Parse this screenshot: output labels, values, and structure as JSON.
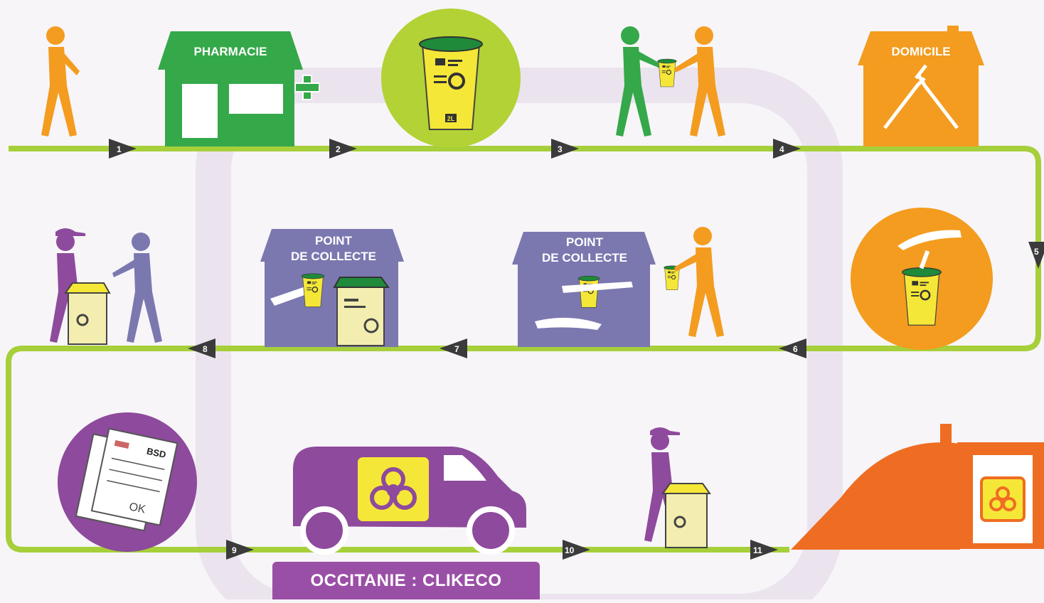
{
  "labels": {
    "pharmacie": "PHARMACIE",
    "domicile": "DOMICILE",
    "point_collecte_1a": "POINT",
    "point_collecte_1b": "DE COLLECTE",
    "point_collecte_2a": "POINT",
    "point_collecte_2b": "DE COLLECTE",
    "container_volume": "2L",
    "document_code": "BSD",
    "document_ok": "OK"
  },
  "steps": [
    "1",
    "2",
    "3",
    "4",
    "5",
    "6",
    "7",
    "8",
    "9",
    "10",
    "11"
  ],
  "banner": {
    "text": "OCCITANIE : CLIKECO"
  },
  "colors": {
    "path": "#a6cf3a",
    "arrow": "#3b3b3b",
    "walker_orange": "#f39c1f",
    "pharmacy_green": "#35a84a",
    "circle_lime": "#b2d235",
    "container_yellow": "#f5e737",
    "container_lid": "#1f8a3a",
    "collect_box": "#7b78b0",
    "purple": "#8e4a9c",
    "incinerator": "#ef6d22",
    "banner": "#9a4fa6"
  }
}
